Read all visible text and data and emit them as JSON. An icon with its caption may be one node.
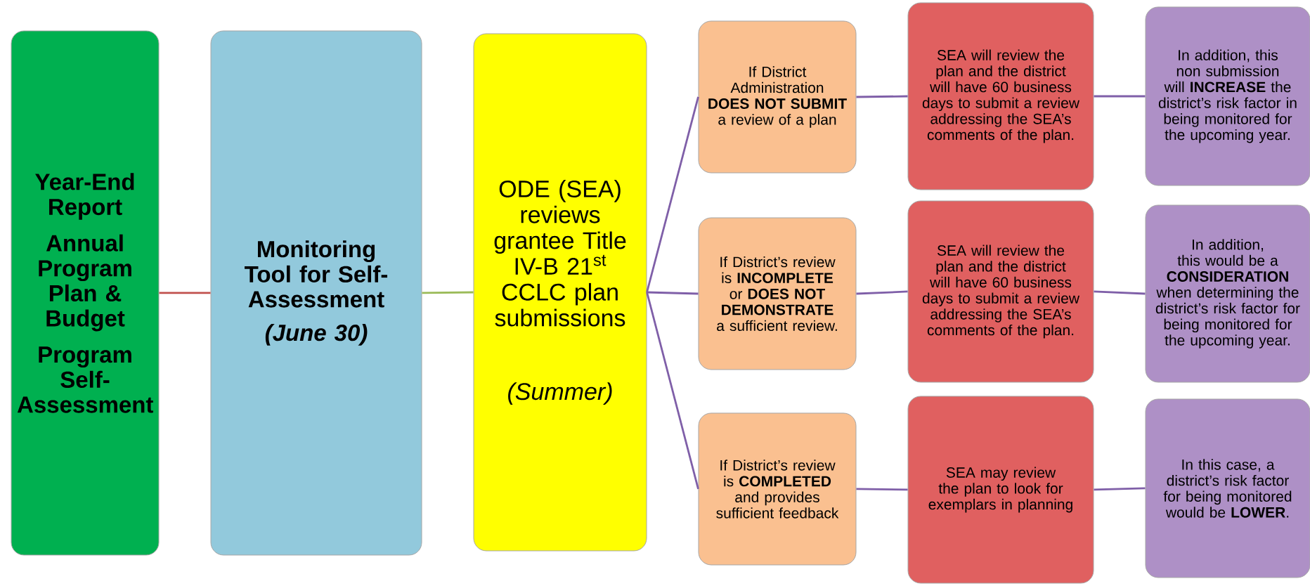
{
  "diagram": {
    "nodes": [
      {
        "text": [
          "Year-End Report",
          "Annual Program Plan & Budget",
          "Program Self-Assessment"
        ]
      },
      {
        "text": [
          "Monitoring Tool for Self-Assessment",
          "(June 30)"
        ]
      },
      {
        "text": [
          "ODE (SEA) reviews grantee Title IV-B 21$^{st}$ CCLC plan submissions",
          "(Summer)"
        ]
      },
      {
        "text": [
          "If District Administration **DOES NOT SUBMIT** a review of a plan"
        ]
      },
      {
        "text": [
          "If District’s review is **INCOMPLETE** or **DOES NOT DEMONSTRATE** a sufficient review."
        ]
      },
      {
        "text": [
          "If District’s review is **COMPLETED** and provides sufficient feedback"
        ]
      },
      {
        "text": [
          "SEA will review the plan and the district will have 60 business days to submit a review addressing the SEA’s comments of the plan."
        ]
      },
      {
        "text": [
          "SEA will review the plan and the district will have 60 business days to submit a review addressing the SEA’s comments of the plan."
        ]
      },
      {
        "text": [
          "SEA may review the plan to look for exemplars in planning"
        ]
      },
      {
        "text": [
          "In addition, this non submission will **INCREASE** the district’s risk factor in being monitored for the upcoming year."
        ]
      },
      {
        "text": [
          "In addition, this would be a **CONSIDERATION** when determining the district’s risk factor for being monitored for the upcoming year."
        ]
      },
      {
        "text": [
          "In this case, a district’s risk factor for being monitored would be **LOWER**."
        ]
      }
    ],
    "edges": [
      {
        "from": 0,
        "to": 1,
        "arrow": "none",
        "color": "#c0504d"
      },
      {
        "from": 1,
        "to": 2,
        "arrow": "none",
        "color": "#9bbb59"
      },
      {
        "from": 2,
        "to": 3,
        "arrow": "none"
      },
      {
        "from": 2,
        "to": 4,
        "arrow": "none"
      },
      {
        "from": 2,
        "to": 5,
        "arrow": "none"
      },
      {
        "from": 3,
        "to": 6,
        "arrow": "none"
      },
      {
        "from": 4,
        "to": 7,
        "arrow": "none"
      },
      {
        "from": 5,
        "to": 8,
        "arrow": "none"
      },
      {
        "from": 6,
        "to": 9,
        "arrow": "none"
      },
      {
        "from": 7,
        "to": 10,
        "arrow": "none"
      },
      {
        "from": 8,
        "to": 11,
        "arrow": "none"
      }
    ]
  }
}
